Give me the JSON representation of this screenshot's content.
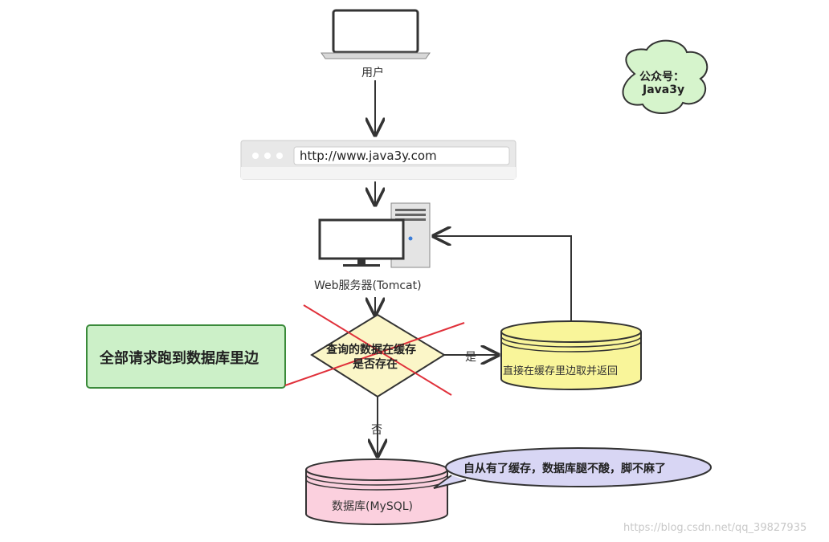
{
  "user_label": "用户",
  "url_text": "http://www.java3y.com",
  "server_label": "Web服务器(Tomcat)",
  "decision_text_line1": "查询的数据在缓存",
  "decision_text_line2": "是否存在",
  "yes_label": "是",
  "no_label": "否",
  "cache_label": "直接在缓存里边取并返回",
  "db_label": "数据库(MySQL)",
  "green_box_label": "全部请求跑到数据库里边",
  "speech_bubble_text": "自从有了缓存，数据库腿不酸，脚不麻了",
  "cloud_line1": "公众号：",
  "cloud_line2": "Java3y",
  "watermark": "https://blog.csdn.net/qq_39827935",
  "colors": {
    "green_box": "#ccf0c8",
    "green_border": "#3a8a3a",
    "decision_fill": "#fbf6c8",
    "cache_fill": "#f9f59a",
    "db_fill": "#fbd0de",
    "bubble_fill": "#d8d6f4",
    "cloud_fill": "#d6f4cc",
    "cross": "#e0303a"
  }
}
